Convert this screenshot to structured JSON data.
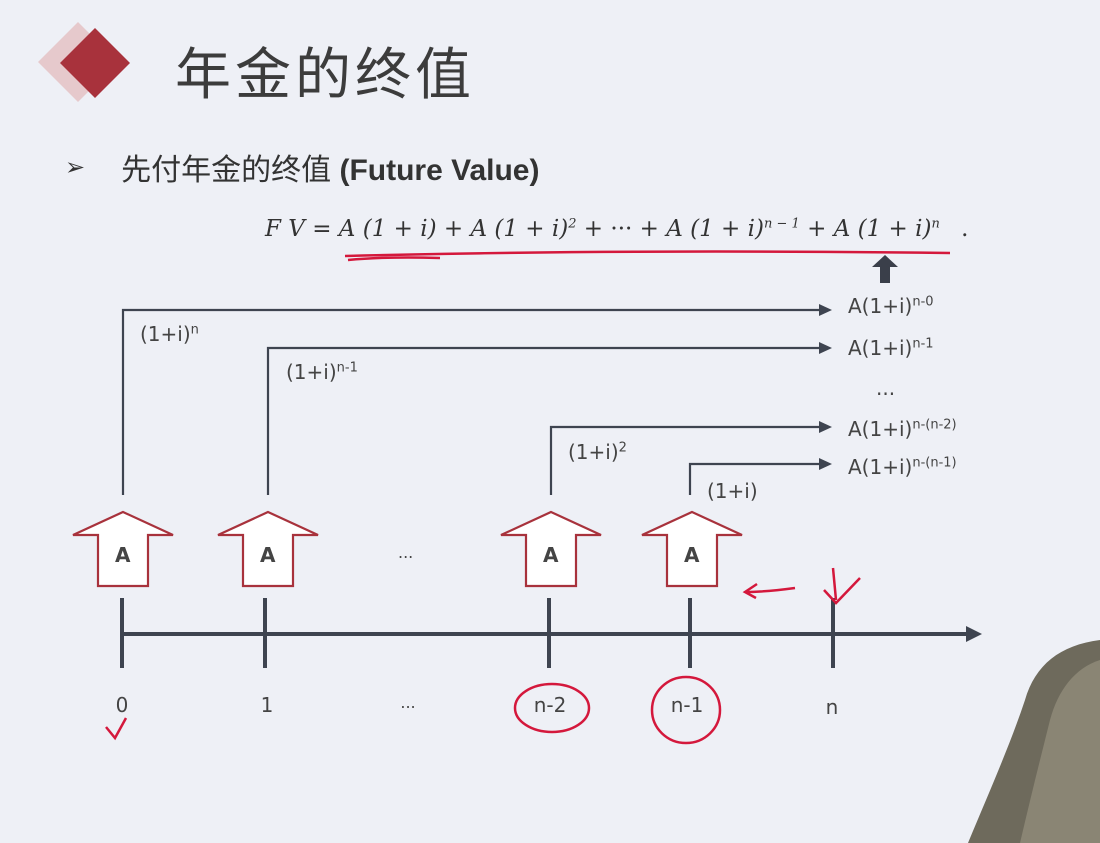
{
  "title": "年金的终值",
  "subtitle": {
    "bullet": "➢",
    "text_cn": "先付年金的终值 ",
    "text_en": "(Future Value)"
  },
  "formula": {
    "lhs": "F V",
    "eq": "=",
    "t1": "A (1 + i)",
    "plus1": "+",
    "t2": "A (1 + i)",
    "t2_exp": "2",
    "plus2": "+ ··· +",
    "t3": "A (1 + i)",
    "t3_exp": "n − 1",
    "plus3": "+",
    "t4": "A (1 + i)",
    "t4_exp": "n",
    "dot": "."
  },
  "factor_labels": [
    {
      "base": "(1+i)",
      "exp": "n"
    },
    {
      "base": "(1+i)",
      "exp": "n-1"
    },
    {
      "base": "(1+i)",
      "exp": "2"
    },
    {
      "base": "(1+i)",
      "exp": ""
    }
  ],
  "result_labels": [
    {
      "base": "A(1+i)",
      "exp": "n-0"
    },
    {
      "base": "A(1+i)",
      "exp": "n-1"
    },
    {
      "base": "...",
      "exp": ""
    },
    {
      "base": "A(1+i)",
      "exp": "n-(n-2)"
    },
    {
      "base": "A(1+i)",
      "exp": "n-(n-1)"
    }
  ],
  "payment_label": "A",
  "payment_ellipsis": "...",
  "timeline_ticks": [
    "0",
    "1",
    "...",
    "n-2",
    "n-1",
    "n"
  ],
  "colors": {
    "accent": "#a8323c",
    "ink_red": "#d4183c",
    "line": "#3e4450"
  }
}
